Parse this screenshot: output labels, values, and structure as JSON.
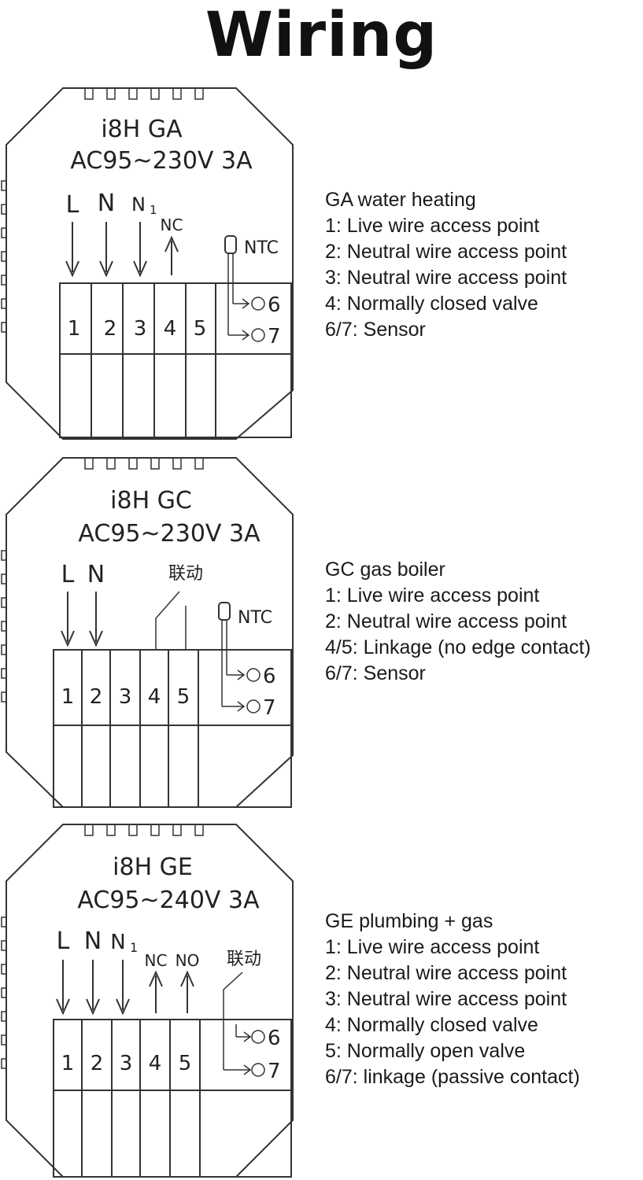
{
  "title": "Wiring",
  "panels": [
    {
      "model": "i8H GA",
      "rating": "AC95~230V 3A",
      "wires": [
        {
          "label": "L",
          "dir": "down",
          "sub": ""
        },
        {
          "label": "N",
          "dir": "down",
          "sub": ""
        },
        {
          "label": "N",
          "dir": "down",
          "sub": "1"
        },
        {
          "label": "NC",
          "dir": "up",
          "sub": ""
        }
      ],
      "ntc": "NTC",
      "linkage": "",
      "terminals": [
        "1",
        "2",
        "3",
        "4",
        "5"
      ],
      "side_terminals": [
        "6",
        "7"
      ],
      "legend": [
        "GA water heating",
        "1: Live wire access point",
        "2: Neutral wire access point",
        "3: Neutral wire access point",
        "4: Normally closed valve",
        "6/7: Sensor"
      ]
    },
    {
      "model": "i8H GC",
      "rating": "AC95~230V 3A",
      "wires": [
        {
          "label": "L",
          "dir": "down",
          "sub": ""
        },
        {
          "label": "N",
          "dir": "down",
          "sub": ""
        }
      ],
      "ntc": "NTC",
      "linkage": "联动",
      "terminals": [
        "1",
        "2",
        "3",
        "4",
        "5"
      ],
      "side_terminals": [
        "6",
        "7"
      ],
      "legend": [
        "GC gas boiler",
        "1: Live wire access point",
        "2: Neutral wire access point",
        "4/5: Linkage (no edge contact)",
        "6/7: Sensor"
      ]
    },
    {
      "model": "i8H GE",
      "rating": "AC95~240V 3A",
      "wires": [
        {
          "label": "L",
          "dir": "down",
          "sub": ""
        },
        {
          "label": "N",
          "dir": "down",
          "sub": ""
        },
        {
          "label": "N",
          "dir": "down",
          "sub": "1"
        },
        {
          "label": "NC",
          "dir": "up",
          "sub": ""
        },
        {
          "label": "NO",
          "dir": "up",
          "sub": ""
        }
      ],
      "ntc": "",
      "linkage": "联动",
      "terminals": [
        "1",
        "2",
        "3",
        "4",
        "5"
      ],
      "side_terminals": [
        "6",
        "7"
      ],
      "legend": [
        "GE plumbing + gas",
        "1: Live wire access point",
        "2: Neutral wire access point",
        "3: Neutral wire access point",
        "4: Normally closed valve",
        "5: Normally open valve",
        "6/7: linkage (passive contact)"
      ]
    }
  ]
}
